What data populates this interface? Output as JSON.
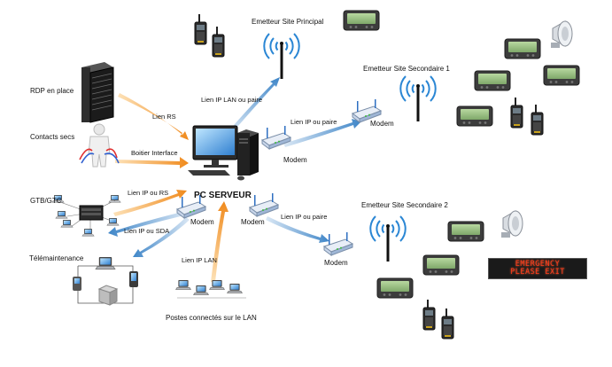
{
  "labels": {
    "site_principal": "Emetteur Site Principal",
    "site_sec1": "Emetteur Site Secondaire 1",
    "site_sec2": "Emetteur Site Secondaire 2",
    "rdp": "RDP en place",
    "contacts": "Contacts secs",
    "gtb": "GTB/GTC",
    "telemaintenance": "Télémaintenance",
    "postes": "Postes connectés sur le LAN",
    "pc_serveur": "PC SERVEUR"
  },
  "links": {
    "lien_rs": "Lien RS",
    "boitier": "Boitier Interface",
    "ip_lan_paire_top": "Lien IP LAN ou paire",
    "ip_paire_1": "Lien IP ou paire",
    "ip_rs": "Lien IP ou RS",
    "ip_sda": "Lien IP ou SDA",
    "ip_lan": "Lien IP LAN",
    "ip_paire_2": "Lien IP ou paire"
  },
  "modems": {
    "m1": "Modem",
    "m2": "Modem",
    "m3": "Modem",
    "m4": "Modem",
    "m5": "Modem"
  },
  "sign": {
    "line1": "EMERGENCY",
    "line2": "PLEASE EXIT"
  }
}
